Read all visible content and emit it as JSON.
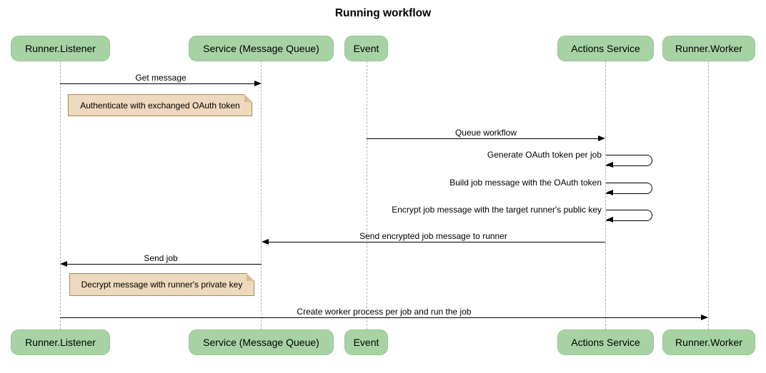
{
  "title": "Running workflow",
  "participants": [
    {
      "label": "Runner.Listener"
    },
    {
      "label": "Service (Message Queue)"
    },
    {
      "label": "Event"
    },
    {
      "label": "Actions Service"
    },
    {
      "label": "Runner.Worker"
    }
  ],
  "messages": [
    {
      "label": "Get message",
      "from": "Runner.Listener",
      "to": "Service (Message Queue)",
      "type": "arrow-right"
    },
    {
      "label": "Queue workflow",
      "from": "Event",
      "to": "Actions Service",
      "type": "arrow-right"
    },
    {
      "label": "Generate OAuth token per job",
      "from": "Actions Service",
      "to": "Actions Service",
      "type": "self-loop"
    },
    {
      "label": "Build job message with the OAuth token",
      "from": "Actions Service",
      "to": "Actions Service",
      "type": "self-loop"
    },
    {
      "label": "Encrypt job message with the target runner's public key",
      "from": "Actions Service",
      "to": "Actions Service",
      "type": "self-loop"
    },
    {
      "label": "Send encrypted job message to runner",
      "from": "Actions Service",
      "to": "Service (Message Queue)",
      "type": "arrow-left"
    },
    {
      "label": "Send job",
      "from": "Service (Message Queue)",
      "to": "Runner.Listener",
      "type": "arrow-left"
    },
    {
      "label": "Create worker process per job and run the job",
      "from": "Runner.Listener",
      "to": "Runner.Worker",
      "type": "arrow-right"
    }
  ],
  "notes": [
    {
      "text": "Authenticate with exchanged OAuth token",
      "position": "right of Runner.Listener"
    },
    {
      "text": "Decrypt message with runner's private key",
      "position": "right of Runner.Listener"
    }
  ],
  "colors": {
    "participant_fill": "#a7d3a4",
    "note_fill": "#edd9bd",
    "note_border": "#aa8b57",
    "lifeline": "#b3b3b3",
    "arrow": "#000000"
  }
}
